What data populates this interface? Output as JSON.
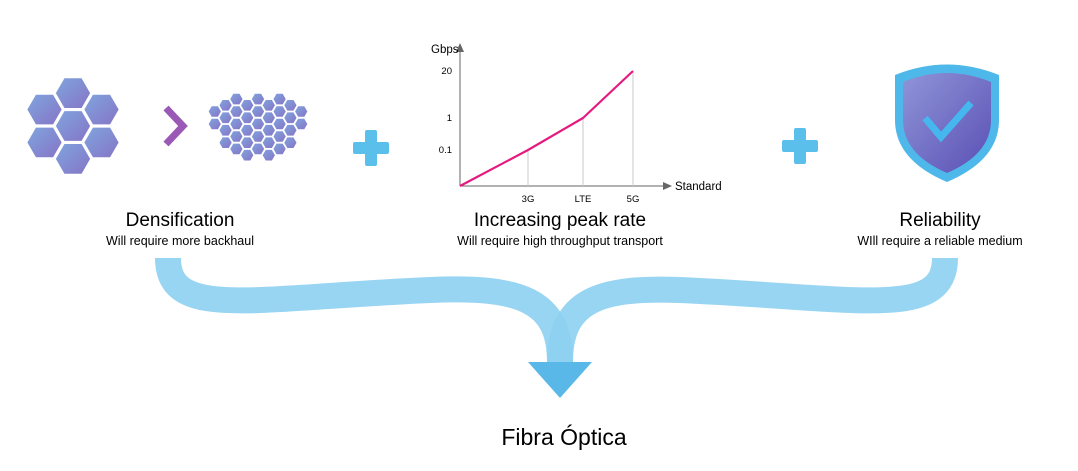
{
  "columns": {
    "densification": {
      "title": "Densification",
      "subtitle": "Will require more backhaul"
    },
    "peak_rate": {
      "title": "Increasing peak rate",
      "subtitle": "Will require high throughput transport"
    },
    "reliability": {
      "title": "Reliability",
      "subtitle": "WIll require a reliable medium"
    }
  },
  "result": {
    "label": "Fibra Óptica"
  },
  "icons": [
    "hexagon-cells-large-icon",
    "chevron-right-icon",
    "hexagon-cells-small-icon",
    "plus-icon",
    "shield-check-icon",
    "funnel-arrow-icon"
  ],
  "colors": {
    "arrow_blue": "#76c8ee",
    "plus_blue": "#5bbfec",
    "chevron_purple": "#9b59b6",
    "line_magenta": "#e6197f",
    "shield_border": "#4fb8ea",
    "shield_fill": "#7b7fd0",
    "check_blue": "#45b7ee"
  },
  "chart_data": {
    "type": "line",
    "xlabel": "Standard",
    "ylabel": "Gbps",
    "categories": [
      "3G",
      "LTE",
      "5G"
    ],
    "y_ticks": [
      "20",
      "1",
      "0.1"
    ],
    "series": [
      {
        "values": [
          0.1,
          1,
          20
        ]
      }
    ],
    "y_scale": "log",
    "grid": "vertical guide lines at categories"
  }
}
